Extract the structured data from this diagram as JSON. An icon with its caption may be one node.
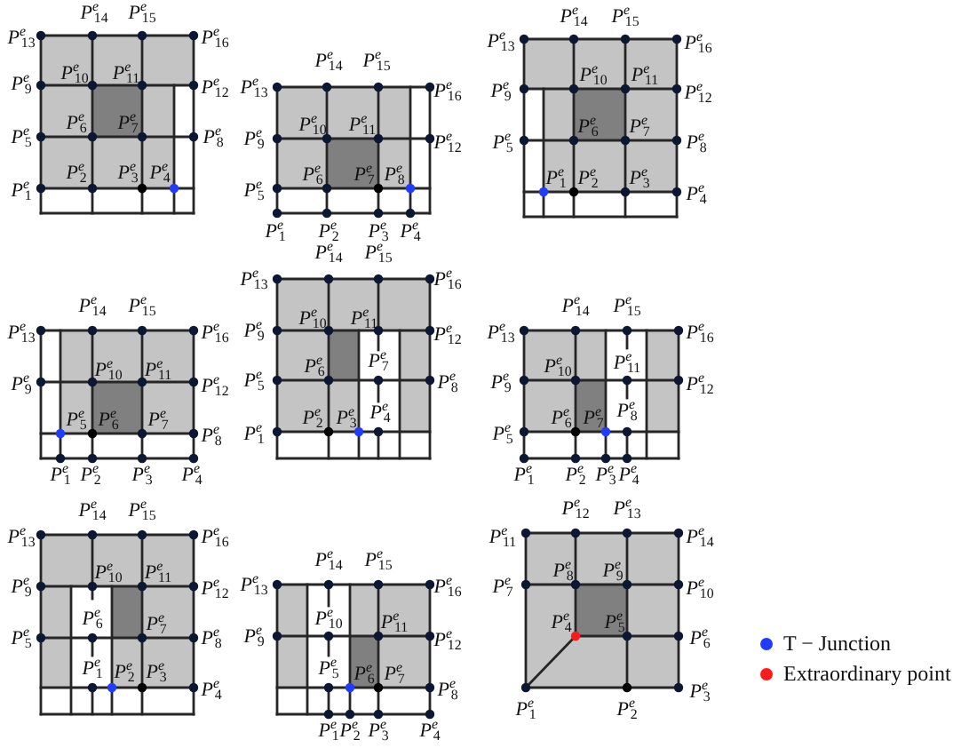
{
  "diagram": {
    "labels": [
      "P$^{e}$$_{13}$",
      "P$^{e}$$_{14}$",
      "P$^{e}$$_{15}$",
      "P$^{e}$$_{16}$",
      "P$^{e}$$_{9}$",
      "P$^{e}$$_{10}$",
      "P$^{e}$$_{11}$",
      "P$^{e}$$_{12}$",
      "P$^{e}$$_{5}$",
      "P$^{e}$$_{6}$",
      "P$^{e}$$_{7}$",
      "P$^{e}$$_{8}$",
      "P$^{e}$$_{1}$",
      "P$^{e}$$_{2}$",
      "P$^{e}$$_{3}$",
      "P$^{e}$$_{4}$",
      "P$^{e}$$_{13}$",
      "P$^{e}$$_{14}$",
      "P$^{e}$$_{15}$",
      "P$^{e}$$_{16}$",
      "P$^{e}$$_{9}$",
      "P$^{e}$$_{10}$",
      "P$^{e}$$_{11}$",
      "P$^{e}$$_{12}$",
      "P$^{e}$$_{5}$",
      "P$^{e}$$_{6}$",
      "P$^{e}$$_{7}$",
      "P$^{e}$$_{8}$",
      "P$^{e}$$_{1}$",
      "P$^{e}$$_{2}$",
      "P$^{e}$$_{3}$",
      "P$^{e}$$_{4}$",
      "P$^{e}$$_{13}$",
      "P$^{e}$$_{14}$",
      "P$^{e}$$_{15}$",
      "P$^{e}$$_{16}$",
      "P$^{e}$$_{9}$",
      "P$^{e}$$_{10}$",
      "P$^{e}$$_{11}$",
      "P$^{e}$$_{12}$",
      "P$^{e}$$_{5}$",
      "P$^{e}$$_{6}$",
      "P$^{e}$$_{7}$",
      "P$^{e}$$_{8}$",
      "P$^{e}$$_{1}$",
      "P$^{e}$$_{2}$",
      "P$^{e}$$_{3}$",
      "P$^{e}$$_{4}$",
      "P$^{e}$$_{13}$",
      "P$^{e}$$_{14}$",
      "P$^{e}$$_{15}$",
      "P$^{e}$$_{16}$",
      "P$^{e}$$_{9}$",
      "P$^{e}$$_{10}$",
      "P$^{e}$$_{11}$",
      "P$^{e}$$_{12}$",
      "P$^{e}$$_{5}$",
      "P$^{e}$$_{6}$",
      "P$^{e}$$_{7}$",
      "P$^{e}$$_{8}$",
      "P$^{e}$$_{1}$",
      "P$^{e}$$_{2}$",
      "P$^{e}$$_{3}$",
      "P$^{e}$$_{4}$",
      "P$^{e}$$_{13}$",
      "P$^{e}$$_{14}$",
      "P$^{e}$$_{15}$",
      "P$^{e}$$_{16}$",
      "P$^{e}$$_{9}$",
      "P$^{e}$$_{10}$",
      "P$^{e}$$_{11}$",
      "P$^{e}$$_{12}$",
      "P$^{e}$$_{5}$",
      "P$^{e}$$_{6}$",
      "P$^{e}$$_{7}$",
      "P$^{e}$$_{8}$",
      "P$^{e}$$_{1}$",
      "P$^{e}$$_{2}$",
      "P$^{e}$$_{3}$",
      "P$^{e}$$_{4}$",
      "P$^{e}$$_{13}$",
      "P$^{e}$$_{14}$",
      "P$^{e}$$_{15}$",
      "P$^{e}$$_{16}$",
      "P$^{e}$$_{9}$",
      "P$^{e}$$_{10}$",
      "P$^{e}$$_{11}$",
      "P$^{e}$$_{12}$",
      "P$^{e}$$_{5}$",
      "P$^{e}$$_{6}$",
      "P$^{e}$$_{7}$",
      "P$^{e}$$_{8}$",
      "P$^{e}$$_{1}$",
      "P$^{e}$$_{2}$",
      "P$^{e}$$_{3}$",
      "P$^{e}$$_{4}$",
      "P$^{e}$$_{13}$",
      "P$^{e}$$_{14}$",
      "P$^{e}$$_{15}$",
      "P$^{e}$$_{16}$",
      "P$^{e}$$_{9}$",
      "P$^{e}$$_{10}$",
      "P$^{e}$$_{11}$",
      "P$^{e}$$_{12}$",
      "P$^{e}$$_{5}$",
      "P$^{e}$$_{6}$",
      "P$^{e}$$_{7}$",
      "P$^{e}$$_{8}$",
      "P$^{e}$$_{1}$",
      "P$^{e}$$_{2}$",
      "P$^{e}$$_{3}$",
      "P$^{e}$$_{4}$",
      "P$^{e}$$_{13}$",
      "P$^{e}$$_{14}$",
      "P$^{e}$$_{15}$",
      "P$^{e}$$_{16}$",
      "P$^{e}$$_{9}$",
      "P$^{e}$$_{10}$",
      "P$^{e}$$_{11}$",
      "P$^{e}$$_{12}$",
      "P$^{e}$$_{5}$",
      "P$^{e}$$_{6}$",
      "P$^{e}$$_{7}$",
      "P$^{e}$$_{8}$",
      "P$^{e}$$_{1}$",
      "P$^{e}$$_{2}$",
      "P$^{e}$$_{3}$",
      "P$^{e}$$_{4}$",
      "P$^{e}$$_{12}$",
      "P$^{e}$$_{13}$",
      "P$^{e}$$_{11}$",
      "P$^{e}$$_{14}$",
      "P$^{e}$$_{7}$",
      "P$^{e}$$_{8}$",
      "P$^{e}$$_{9}$",
      "P$^{e}$$_{10}$",
      "P$^{e}$$_{4}$",
      "P$^{e}$$_{5}$",
      "P$^{e}$$_{6}$",
      "P$^{e}$$_{3}$",
      "P$^{e}$$_{1}$",
      "P$^{e}$$_{2}$"
    ],
    "legend": [
      {
        "text": "T − Junction",
        "color": "#1f3cff"
      },
      {
        "text": "Extraordinary point",
        "color": "#ff1a1a"
      }
    ]
  }
}
